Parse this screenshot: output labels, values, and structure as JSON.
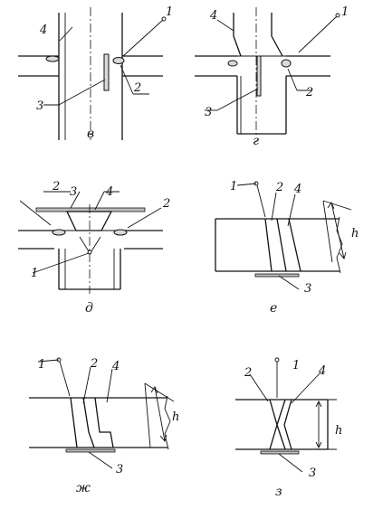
{
  "panels": [
    {
      "key": "v",
      "caption": "в",
      "labels": [
        "1",
        "2",
        "3",
        "4"
      ]
    },
    {
      "key": "g",
      "caption": "г",
      "labels": [
        "1",
        "2",
        "3",
        "4"
      ]
    },
    {
      "key": "d",
      "caption": "д",
      "labels": [
        "2",
        "3",
        "4",
        "2",
        "1"
      ]
    },
    {
      "key": "e",
      "caption": "е",
      "labels": [
        "1",
        "2",
        "4",
        "h",
        "3"
      ]
    },
    {
      "key": "zh",
      "caption": "ж",
      "labels": [
        "1",
        "2",
        "4",
        "h",
        "3"
      ]
    },
    {
      "key": "z",
      "caption": "з",
      "labels": [
        "2",
        "1",
        "4",
        "h",
        "3"
      ]
    }
  ]
}
